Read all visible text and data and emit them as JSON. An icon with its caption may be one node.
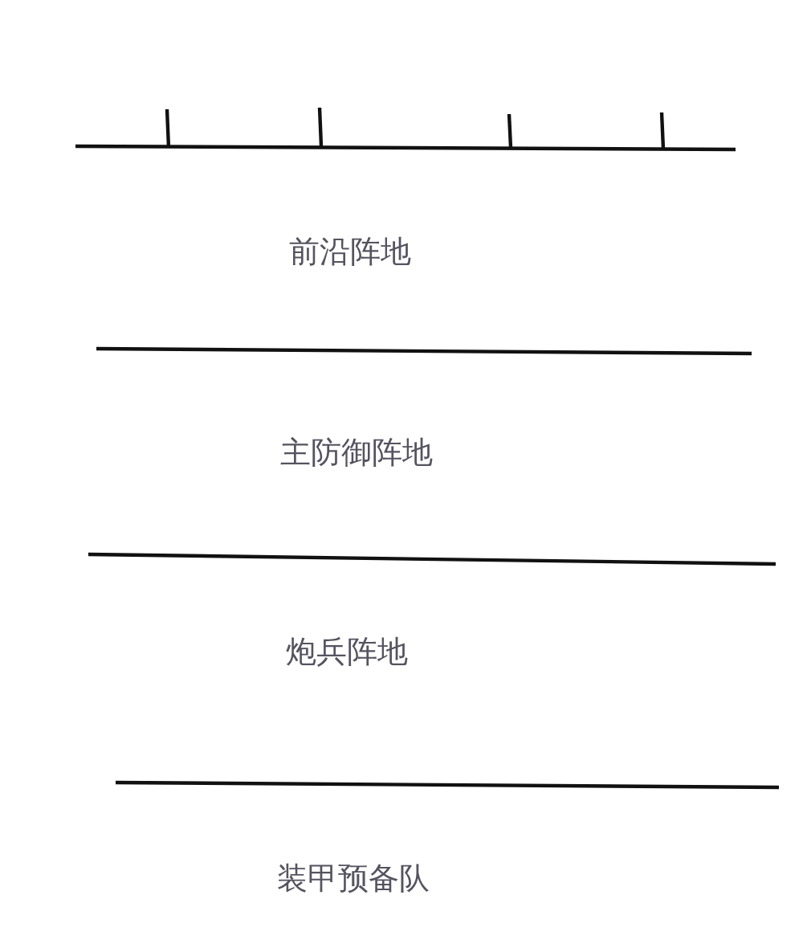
{
  "diagram": {
    "labels": [
      "前沿阵地",
      "主防御阵地",
      "炮兵阵地",
      "装甲预备队"
    ]
  }
}
